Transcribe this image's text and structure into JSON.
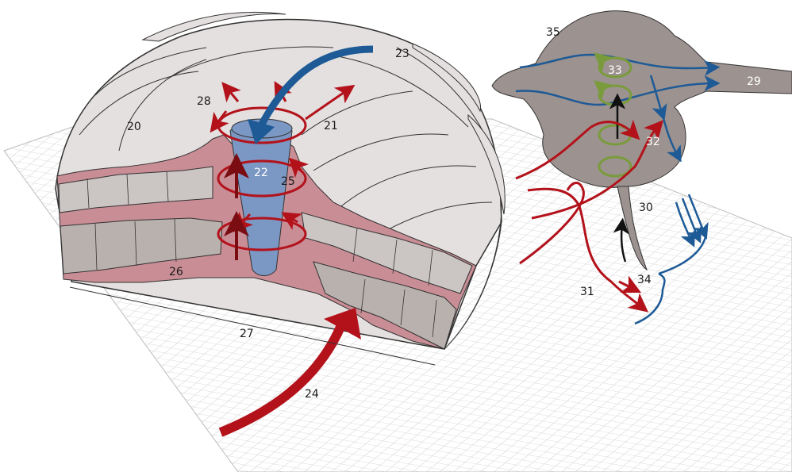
{
  "labels": {
    "l20": "20",
    "l21": "21",
    "l22": "22",
    "l23": "23",
    "l24": "24",
    "l25": "25",
    "l26": "26",
    "l27": "27",
    "l28": "28",
    "l29": "29",
    "l30": "30",
    "l31": "31",
    "l32": "32",
    "l33": "33",
    "l34": "34",
    "l35": "35"
  },
  "colors": {
    "dome": "#e4e0df",
    "dome_side": "#b1a8a5",
    "cutaway": "#c98d95",
    "eye": "#7b97c4",
    "inflow_red": "#b3121b",
    "dark_red": "#7a0c12",
    "blue_arrow": "#1d5a96",
    "green_swirl": "#7a9b3c",
    "storm_cloud": "#9c928f",
    "grid": "#c9c9c9"
  }
}
